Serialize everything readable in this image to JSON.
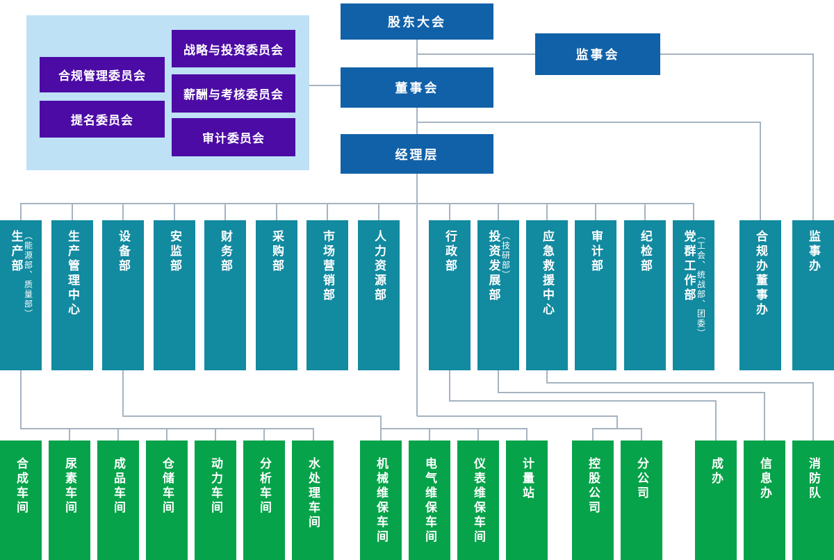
{
  "governance": {
    "shareholders": "股东大会",
    "supervisory_board": "监事会",
    "board": "董事会",
    "management": "经理层"
  },
  "committees": {
    "items": [
      "合规管理委员会",
      "提名委员会",
      "战略与投资委员会",
      "薪酬与考核委员会",
      "审计委员会"
    ]
  },
  "departments": [
    {
      "label": "生产部",
      "sub": "（能源部、质量部）"
    },
    {
      "label": "生产管理中心"
    },
    {
      "label": "设备部"
    },
    {
      "label": "安监部"
    },
    {
      "label": "财务部"
    },
    {
      "label": "采购部"
    },
    {
      "label": "市场营销部"
    },
    {
      "label": "人力资源部"
    },
    {
      "label": "行政部"
    },
    {
      "label": "投资发展部",
      "sub": "（技研部）"
    },
    {
      "label": "应急救援中心"
    },
    {
      "label": "审计部"
    },
    {
      "label": "纪检部"
    },
    {
      "label": "党群工作部",
      "sub": "（工会、统战部、团委）"
    },
    {
      "label": "合规办董事办"
    },
    {
      "label": "监事办"
    }
  ],
  "workshops": [
    {
      "label": "合成车间"
    },
    {
      "label": "尿素车间"
    },
    {
      "label": "成品车间"
    },
    {
      "label": "仓储车间"
    },
    {
      "label": "动力车间"
    },
    {
      "label": "分析车间"
    },
    {
      "label": "水处理车间"
    },
    {
      "label": "机械维保车间"
    },
    {
      "label": "电气维保车间"
    },
    {
      "label": "仪表维保车间"
    },
    {
      "label": "计量站"
    },
    {
      "label": "控股公司"
    },
    {
      "label": "分公司"
    },
    {
      "label": "成办"
    },
    {
      "label": "信息办"
    },
    {
      "label": "消防队"
    }
  ],
  "colors": {
    "governance_blue": "#1161a8",
    "committee_purple": "#4c0ba5",
    "committee_panel_blue": "#bee1f6",
    "department_teal": "#128aa0",
    "workshop_green": "#07a34a",
    "connector_gray": "#a5b3c1",
    "text_white": "#ffffff"
  }
}
